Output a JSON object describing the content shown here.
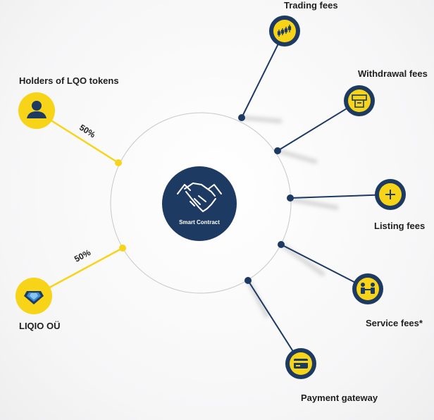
{
  "center": {
    "title": "Smart Contract",
    "icon": "handshake-icon"
  },
  "sources": [
    {
      "label": "Holders of LQO tokens",
      "share": "50%",
      "icon": "user-icon"
    },
    {
      "label": "LIQIO OÜ",
      "share": "50%",
      "icon": "liqio-logo-icon"
    }
  ],
  "fees": [
    {
      "label": "Trading fees",
      "icon": "candlestick-chart-icon"
    },
    {
      "label": "Withdrawal fees",
      "icon": "atm-icon"
    },
    {
      "label": "Listing fees",
      "icon": "plus-icon"
    },
    {
      "label": "Service fees*",
      "icon": "people-icon"
    },
    {
      "label": "Payment gateway",
      "icon": "credit-card-icon"
    }
  ],
  "colors": {
    "navy": "#1d3a63",
    "yellow": "#f7d418",
    "ring": "#c8c8cc"
  }
}
